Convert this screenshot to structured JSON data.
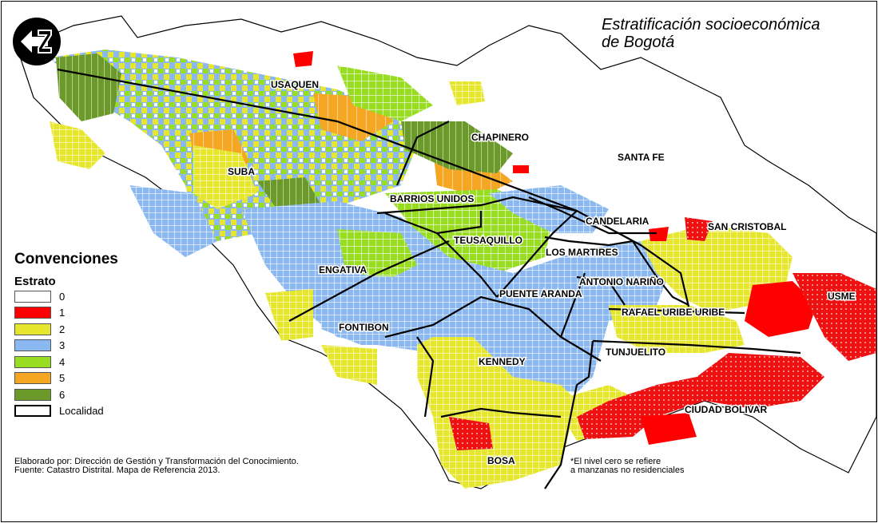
{
  "title": {
    "line1": "Estratificación socioeconómica",
    "line2": "de Bogotá"
  },
  "north_arrow_icon": "north-arrow-icon",
  "localidades": [
    {
      "name": "USAQUEN"
    },
    {
      "name": "CHAPINERO"
    },
    {
      "name": "SANTA FE"
    },
    {
      "name": "SUBA"
    },
    {
      "name": "BARRIOS UNIDOS"
    },
    {
      "name": "CANDELARIA"
    },
    {
      "name": "SAN CRISTOBAL"
    },
    {
      "name": "TEUSAQUILLO"
    },
    {
      "name": "LOS MARTIRES"
    },
    {
      "name": "ENGATIVA"
    },
    {
      "name": "ANTONIO NARIÑO"
    },
    {
      "name": "PUENTE ARANDA"
    },
    {
      "name": "USME"
    },
    {
      "name": "RAFAEL URIBE URIBE"
    },
    {
      "name": "FONTIBON"
    },
    {
      "name": "TUNJUELITO"
    },
    {
      "name": "KENNEDY"
    },
    {
      "name": "CIUDAD BOLIVAR"
    },
    {
      "name": "BOSA"
    }
  ],
  "legend": {
    "title": "Convenciones",
    "subtitle": "Estrato",
    "items": [
      {
        "label": "0",
        "color": "#ffffff"
      },
      {
        "label": "1",
        "color": "#ff0000"
      },
      {
        "label": "2",
        "color": "#e6e62e"
      },
      {
        "label": "3",
        "color": "#8bb8f0"
      },
      {
        "label": "4",
        "color": "#99dd22"
      },
      {
        "label": "5",
        "color": "#f5a623"
      },
      {
        "label": "6",
        "color": "#6b9a2a"
      }
    ],
    "boundary_label": "Localidad"
  },
  "credits": {
    "line1": "Elaborado por: Dirección de Gestión y Transformación del Conocimiento.",
    "line2": "Fuente: Catastro Distrital. Mapa de Referencia 2013."
  },
  "footnote": {
    "line1": "*El nivel cero se refiere",
    "line2": "a manzanas no residenciales"
  }
}
